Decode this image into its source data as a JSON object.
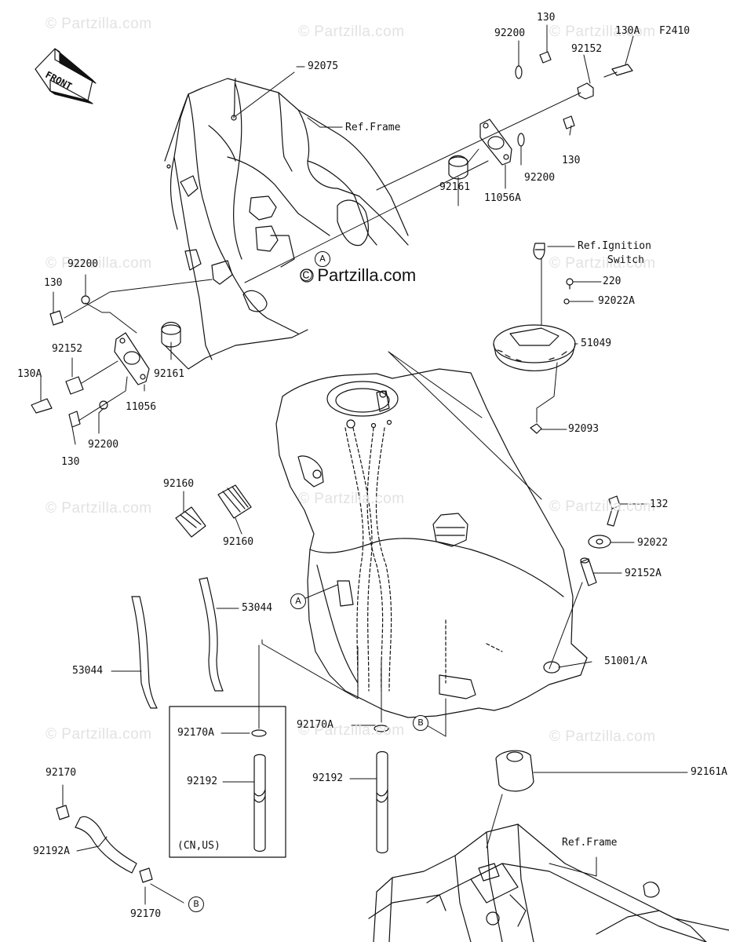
{
  "diagram_code": "F2410",
  "brand_text": "© Partzilla.com",
  "watermark_text": "© Partzilla.com",
  "front_arrow_text": "FRONT",
  "labels": {
    "p130_top1": "130",
    "p92200_top": "92200",
    "p130A_top": "130A",
    "p92152_top": "92152",
    "p92075": "92075",
    "ref_frame_top": "Ref.Frame",
    "p130_top2": "130",
    "p92200_top2": "92200",
    "p92161_top": "92161",
    "p11056A": "11056A",
    "ref_ignition_1": "Ref.Ignition",
    "ref_ignition_2": "Switch",
    "p220": "220",
    "p92022A": "92022A",
    "p51049": "51049",
    "p92093": "92093",
    "p92200_left1": "92200",
    "p130_left1": "130",
    "p92152_left": "92152",
    "p92161_left": "92161",
    "p130A_left": "130A",
    "p11056": "11056",
    "p92200_left2": "92200",
    "p130_left2": "130",
    "p92160_a": "92160",
    "p92160_b": "92160",
    "p132": "132",
    "p92022": "92022",
    "p92152A": "92152A",
    "p53044_a": "53044",
    "p53044_b": "53044",
    "p51001A": "51001/A",
    "p92170A_a": "92170A",
    "p92192_a": "92192",
    "cn_us": "(CN,US)",
    "p92170A_b": "92170A",
    "p92192_b": "92192",
    "p92161A": "92161A",
    "p92170_a": "92170",
    "p92192A": "92192A",
    "p92170_b": "92170",
    "ref_frame_bottom": "Ref.Frame",
    "callout_A": "A",
    "callout_B": "B"
  }
}
